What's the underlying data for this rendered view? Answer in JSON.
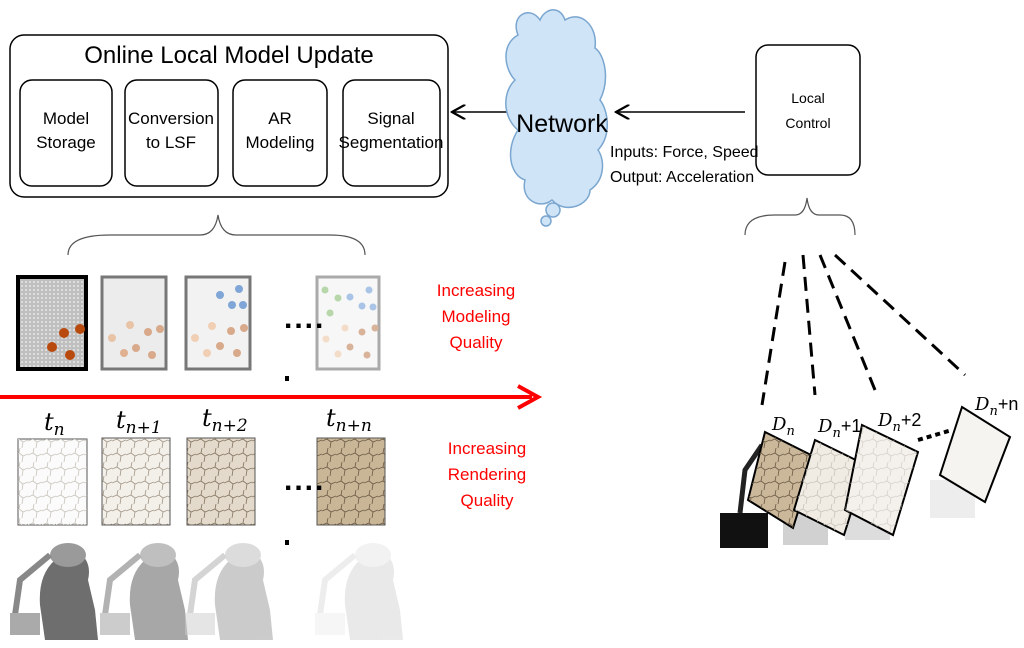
{
  "update_box": {
    "title": "Online Local Model Update",
    "steps": [
      {
        "line1": "Model",
        "line2": "Storage"
      },
      {
        "line1": "Conversion",
        "line2": "to LSF"
      },
      {
        "line1": "AR",
        "line2": "Modeling"
      },
      {
        "line1": "Signal",
        "line2": "Segmentation"
      }
    ]
  },
  "network": {
    "label": "Network"
  },
  "local_control": {
    "line1": "Local",
    "line2": "Control"
  },
  "io": {
    "inputs": "Inputs: Force, Speed",
    "output": "Output: Acceleration"
  },
  "modeling_quality": {
    "line1": "Increasing",
    "line2": "Modeling",
    "line3": "Quality"
  },
  "rendering_quality": {
    "line1": "Increasing",
    "line2": "Rendering",
    "line3": "Quality"
  },
  "time_labels": [
    {
      "base": "t",
      "sub": "n"
    },
    {
      "base": "t",
      "sub": "n+1"
    },
    {
      "base": "t",
      "sub": "n+2"
    },
    {
      "base": "t",
      "sub": "n+n"
    }
  ],
  "device_labels": [
    {
      "base": "D",
      "sub": "n",
      "suffix": ""
    },
    {
      "base": "D",
      "sub": "n",
      "suffix": "+1"
    },
    {
      "base": "D",
      "sub": "n",
      "suffix": "+2"
    },
    {
      "base": "D",
      "sub": "n",
      "suffix": "+n"
    }
  ],
  "ellipsis": "....",
  "colors": {
    "timeline": "#ff0000",
    "quality_text": "#ff0000"
  }
}
